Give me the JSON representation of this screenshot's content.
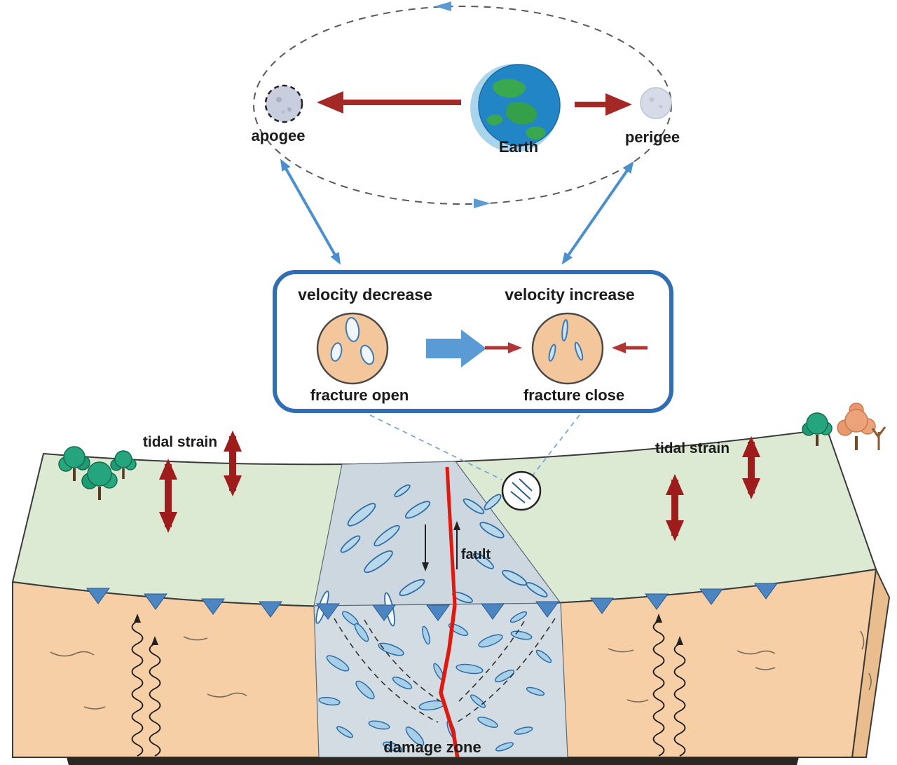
{
  "figure": {
    "orbit": {
      "apogee_label": "apogee",
      "earth_label": "Earth",
      "perigee_label": "perigee"
    },
    "panel": {
      "velocity_decrease": "velocity decrease",
      "velocity_increase": "velocity increase",
      "fracture_open": "fracture open",
      "fracture_close": "fracture close"
    },
    "block": {
      "tidal_strain_left": "tidal strain",
      "tidal_strain_right": "tidal strain",
      "fault_label": "fault",
      "damage_zone_label": "damage zone"
    }
  },
  "colors": {
    "link_blue": "#4a8fd0",
    "panel_border_blue": "#2f6eb5",
    "tidal_arrow_red": "#9e1c1c",
    "orbit_arrow_red": "#a32826",
    "fault_red": "#e2180f",
    "fracture_blue": "#aed0e8",
    "surface_green": "#dcead3",
    "damage_gray": "#ccd7df",
    "rock_tan": "#f6cfa6",
    "fracture_circle_tan": "#f3c79b"
  }
}
